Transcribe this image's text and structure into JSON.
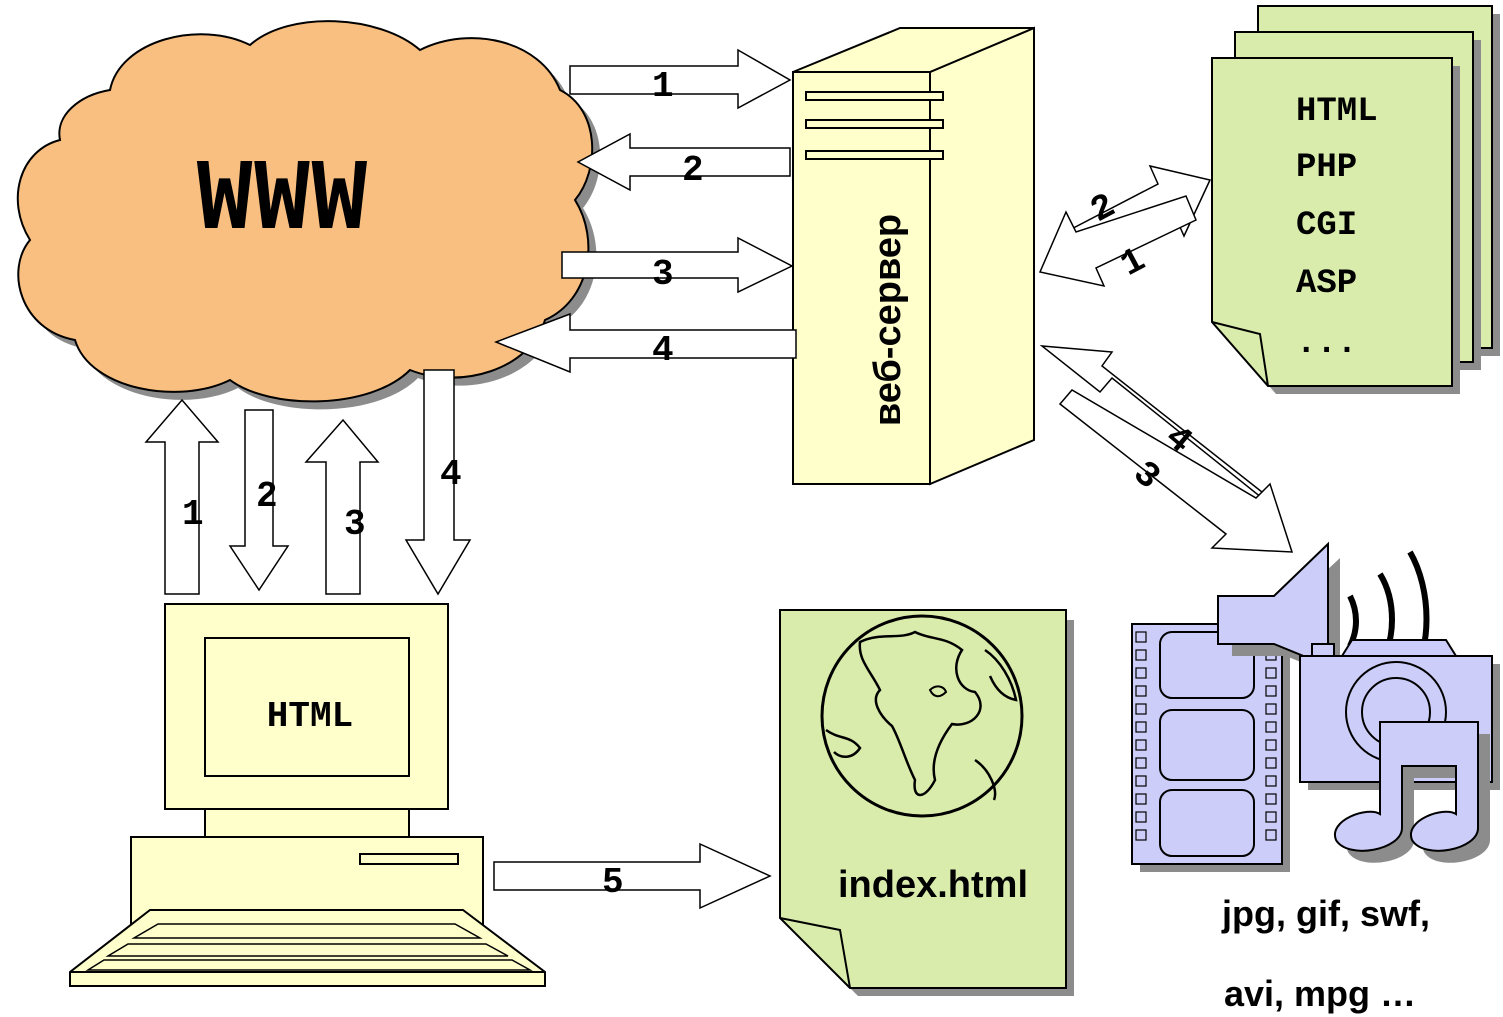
{
  "cloud": {
    "label": "WWW"
  },
  "server": {
    "label": "веб-сервер"
  },
  "scripts": {
    "lines": [
      "HTML",
      "PHP",
      "CGI",
      "ASP",
      "..."
    ]
  },
  "computer": {
    "screen_label": "HTML"
  },
  "page": {
    "label": "index.html"
  },
  "media": {
    "caption_line1": "jpg, gif, swf,",
    "caption_line2": "avi, mpg …"
  },
  "arrows": {
    "www_server": [
      "1",
      "2",
      "3",
      "4"
    ],
    "client_www": [
      "1",
      "2",
      "3",
      "4"
    ],
    "server_scripts": [
      "2",
      "1"
    ],
    "server_media": [
      "4",
      "3"
    ],
    "client_page": "5"
  },
  "colors": {
    "cloud": "#f9bf80",
    "server": "#ffffcc",
    "document": "#d9ecac",
    "media": "#cccdf8",
    "shadow": "#8c8c8c"
  }
}
